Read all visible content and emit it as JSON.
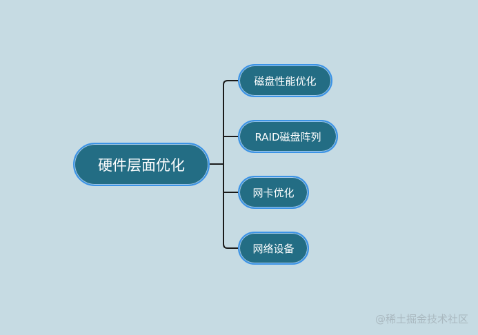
{
  "diagram": {
    "type": "mind-map",
    "root": {
      "label": "硬件层面优化"
    },
    "children": [
      {
        "label": "磁盘性能优化"
      },
      {
        "label": "RAID磁盘阵列"
      },
      {
        "label": "网卡优化"
      },
      {
        "label": "网络设备"
      }
    ],
    "colors": {
      "background": "#c6dbe3",
      "node_fill": "#236d84",
      "node_border": "#3b93e6",
      "node_text": "#ffffff",
      "connector": "#1a1a1a"
    }
  },
  "watermark": "@稀土掘金技术社区"
}
